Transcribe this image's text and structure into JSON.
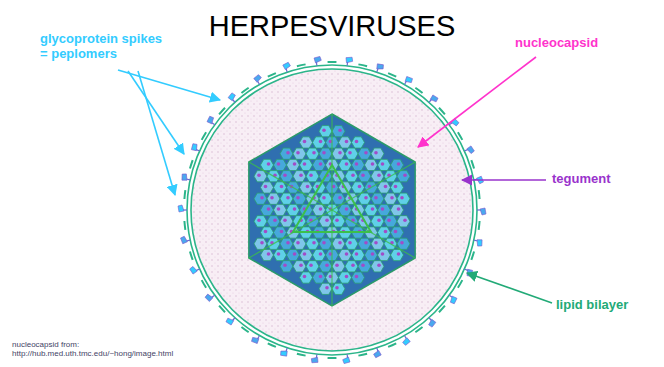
{
  "diagram": {
    "title": "HERPESVIRUSES",
    "labels": [
      "glycoprotein spikes = peplomers",
      "nucleocapsid",
      "tegument",
      "lipid bilayer",
      "nucleocapsid from: http://hub.med.uth.tmc.edu/~hong/image.html"
    ]
  }
}
